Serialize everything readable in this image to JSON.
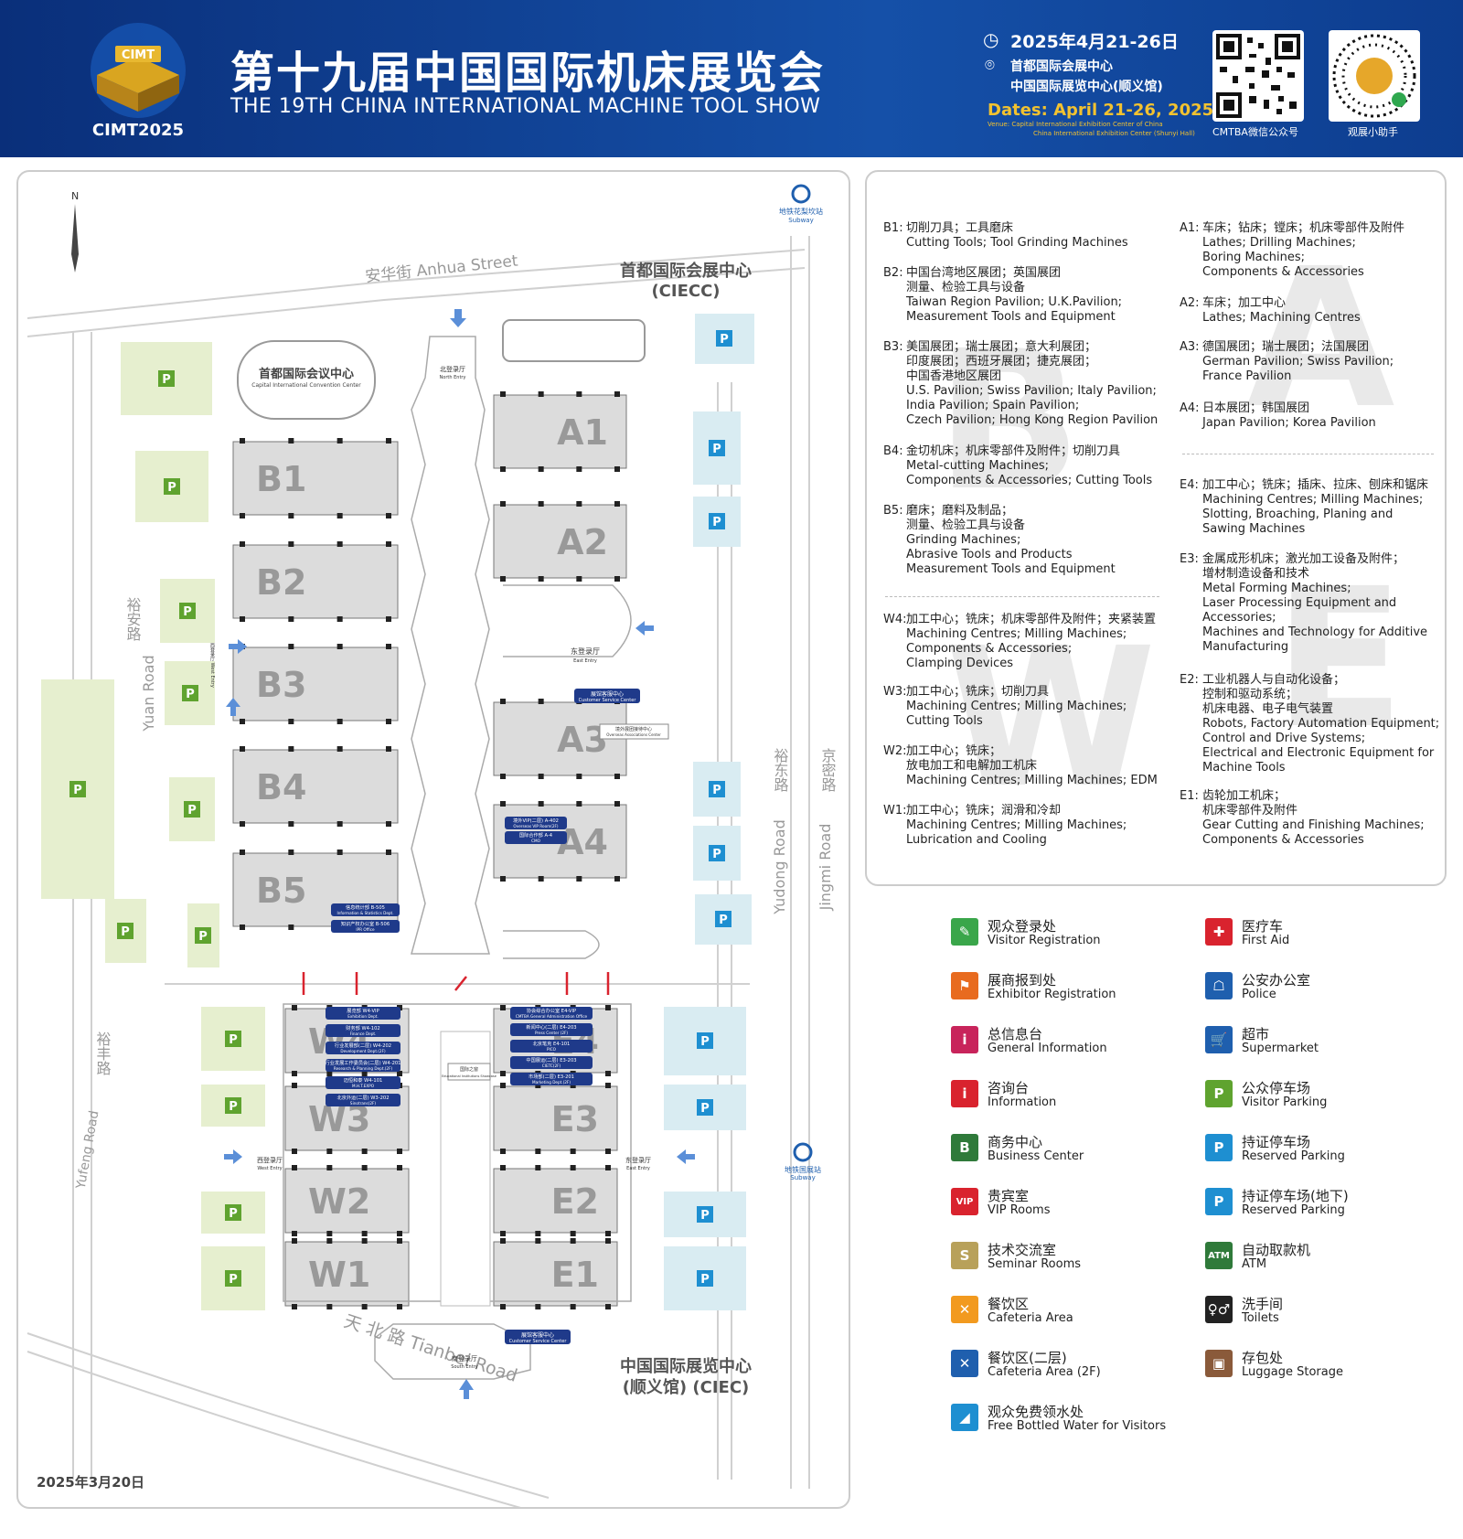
{
  "header": {
    "logo_text": "CIMT",
    "logo_year": "CIMT2025",
    "title_cn": "第十九届中国国际机床展览会",
    "title_en": "THE 19TH CHINA INTERNATIONAL MACHINE TOOL SHOW",
    "date_cn": "2025年4月21-26日",
    "venue_cn_1": "首都国际会展中心",
    "venue_cn_2": "中国国际展览中心(顺义馆)",
    "dates_en": "Dates: April 21-26, 2025",
    "venue_en_1": "Venue: Capital International Exhibition Center of China",
    "venue_en_2": "China International Exhibition Center (Shunyi Hall)",
    "qr1_caption": "CMTBA微信公众号",
    "qr2_caption": "观展小助手"
  },
  "map": {
    "north": "N",
    "street_anhua": "安华街 Anhua Street",
    "street_tianbei": "天 北 路 Tianbei Road",
    "road_yuan_cn": "裕安路",
    "road_yuan_en": "Yuan Road",
    "road_yufeng_cn": "裕丰路",
    "road_yufeng_en": "Yufeng Road",
    "road_yudong_cn": "裕东路",
    "road_yudong_en": "Yudong Road",
    "road_jingmi_cn": "京密路",
    "road_jingmi_en": "Jingmi Road",
    "ciecc_cn": "首都国际会展中心",
    "ciecc_en": "(CIECC)",
    "ciec_cn": "中国国际展览中心",
    "ciec_en": "(顺义馆) (CIEC)",
    "conv_cn": "首都国际会议中心",
    "conv_en": "Capital International Convention Center",
    "subway1_cn": "地铁花梨坎站",
    "subway1_en": "Subway",
    "subway2_cn": "地铁国展站",
    "subway2_en": "Subway",
    "north_entry": "北登录厅",
    "north_entry_en": "North Entry",
    "east_entry": "东登录厅",
    "east_entry_en": "East Entry",
    "west_entry2": "西登录厅",
    "west_entry2_en": "West Entry",
    "east_entry2": "东登录厅",
    "east_entry2_en": "East Entry",
    "south_entry": "南登录厅",
    "south_entry_en": "South Entry",
    "west_entry_side": "西登录厅 West Entry",
    "csc1": "展馆客服中心",
    "csc1_en": "Customer Service Center",
    "csc2": "展馆客服中心",
    "csc2_en": "Customer Service Center",
    "overseas": "境外展团接待中心",
    "overseas_en": "Overseas Associations Center",
    "edu": "国际之窗",
    "edu_en": "Educational Institutions Showcase",
    "parking": "P",
    "halls_top": [
      "A1",
      "A2",
      "A3",
      "A4",
      "B1",
      "B2",
      "B3",
      "B4",
      "B5"
    ],
    "halls_bottom": [
      "W4",
      "W3",
      "W2",
      "W1",
      "E4",
      "E3",
      "E2",
      "E1"
    ],
    "offices_b": [
      {
        "cn": "信息统计部 B-505",
        "en": "Information & Statistics Dept."
      },
      {
        "cn": "知识产权办公室 B-506",
        "en": "IPR Office"
      }
    ],
    "offices_a": [
      {
        "cn": "境外VIP(二层) A-402",
        "en": "Overseas VIP Room(2F)"
      },
      {
        "cn": "国际合作部 A-4",
        "en": "CMO"
      }
    ],
    "offices_w": [
      {
        "cn": "展览部 W4-VIP",
        "en": "Exhibition Dept."
      },
      {
        "cn": "财务部 W4-102",
        "en": "Finance Dept."
      },
      {
        "cn": "行业发展部(二层) W4-202",
        "en": "Development Dept.(2F)"
      },
      {
        "cn": "行业发展工作委员会(二层) W4-201",
        "en": "Research & Planning Dept.(2F)"
      },
      {
        "cn": "迈恒和泰 W4-101",
        "en": "M.H.T.EXPO"
      },
      {
        "cn": "北京外运(二层) W3-202",
        "en": "Sinotrans(2F)"
      }
    ],
    "offices_e": [
      {
        "cn": "协会综合办公室 E4-VIP",
        "en": "CMTBA General Administration Office"
      },
      {
        "cn": "新闻中心(二层) E4-203",
        "en": "Press Center (2F)"
      },
      {
        "cn": "北京笔克 E4-101",
        "en": "PICO"
      },
      {
        "cn": "中国展运(二层) E3-203",
        "en": "CIETC(2F)"
      },
      {
        "cn": "市场部(二层) E3-201",
        "en": "Marketing Dept.(2F)"
      }
    ],
    "date_footer": "2025年3月20日"
  },
  "hall_legend_left": [
    {
      "key": "B1:",
      "text": "切削刀具；工具磨床\nCutting Tools; Tool Grinding Machines"
    },
    {
      "key": "B2:",
      "text": "中国台湾地区展团；英国展团\n测量、检验工具与设备\nTaiwan Region Pavilion; U.K.Pavilion;\nMeasurement Tools and Equipment"
    },
    {
      "key": "B3:",
      "text": "美国展团；瑞士展团；意大利展团；\n印度展团；西班牙展团；捷克展团；\n中国香港地区展团\nU.S. Pavilion; Swiss Pavilion; Italy Pavilion;\nIndia Pavilion; Spain Pavilion;\nCzech Pavilion; Hong Kong Region Pavilion"
    },
    {
      "key": "B4:",
      "text": "金切机床；机床零部件及附件；切削刀具\nMetal-cutting Machines;\nComponents & Accessories; Cutting Tools"
    },
    {
      "key": "B5:",
      "text": "磨床；磨料及制品；\n测量、检验工具与设备\nGrinding Machines;\nAbrasive Tools and Products\nMeasurement Tools and Equipment"
    },
    {
      "key": "W4:",
      "text": "加工中心；铣床；机床零部件及附件；夹紧装置\nMachining Centres; Milling Machines;\nComponents & Accessories;\nClamping Devices"
    },
    {
      "key": "W3:",
      "text": "加工中心；铣床；切削刀具\nMachining Centres; Milling Machines;\nCutting Tools"
    },
    {
      "key": "W2:",
      "text": "加工中心；铣床；\n放电加工和电解加工机床\nMachining Centres; Milling Machines; EDM"
    },
    {
      "key": "W1:",
      "text": "加工中心；铣床；润滑和冷却\nMachining Centres; Milling Machines;\nLubrication and Cooling"
    }
  ],
  "hall_legend_right": [
    {
      "key": "A1:",
      "text": "车床；钻床；镗床；机床零部件及附件\nLathes; Drilling Machines;\nBoring Machines;\nComponents & Accessories"
    },
    {
      "key": "A2:",
      "text": "车床；加工中心\nLathes; Machining Centres"
    },
    {
      "key": "A3:",
      "text": "德国展团；瑞士展团；法国展团\nGerman Pavilion; Swiss Pavilion;\nFrance Pavilion"
    },
    {
      "key": "A4:",
      "text": "日本展团；韩国展团\nJapan Pavilion; Korea Pavilion"
    },
    {
      "key": "E4:",
      "text": "加工中心；铣床；插床、拉床、刨床和锯床\nMachining Centres; Milling Machines;\nSlotting, Broaching, Planing and\nSawing Machines"
    },
    {
      "key": "E3:",
      "text": "金属成形机床；激光加工设备及附件；\n增材制造设备和技术\nMetal Forming Machines;\nLaser Processing Equipment and\nAccessories;\nMachines and Technology for Additive\nManufacturing"
    },
    {
      "key": "E2:",
      "text": "工业机器人与自动化设备；\n控制和驱动系统；\n机床电器、电子电气装置\nRobots, Factory Automation Equipment;\nControl and Drive Systems;\nElectrical and Electronic Equipment for\nMachine Tools"
    },
    {
      "key": "E1:",
      "text": "齿轮加工机床；\n机床零部件及附件\nGear Cutting and Finishing Machines;\nComponents & Accessories"
    }
  ],
  "watermarks": [
    "B",
    "A",
    "W",
    "E"
  ],
  "icon_legend": [
    {
      "cn": "观众登录处",
      "en": "Visitor Registration",
      "icon": "visitor-registration-icon",
      "color": "#3aa64a",
      "glyph": "✎"
    },
    {
      "cn": "医疗车",
      "en": "First Aid",
      "icon": "first-aid-icon",
      "color": "#d9232e",
      "glyph": "✚"
    },
    {
      "cn": "展商报到处",
      "en": "Exhibitor Registration",
      "icon": "exhibitor-registration-icon",
      "color": "#e86b1f",
      "glyph": "⚑"
    },
    {
      "cn": "公安办公室",
      "en": "Police",
      "icon": "police-icon",
      "color": "#1f5fae",
      "glyph": "☖"
    },
    {
      "cn": "总信息台",
      "en": "General Information",
      "icon": "general-information-icon",
      "color": "#c8245b",
      "glyph": "i"
    },
    {
      "cn": "超市",
      "en": "Supermarket",
      "icon": "supermarket-icon",
      "color": "#1f5fae",
      "glyph": "🛒"
    },
    {
      "cn": "咨询台",
      "en": "Information",
      "icon": "information-icon",
      "color": "#d9232e",
      "glyph": "i"
    },
    {
      "cn": "公众停车场",
      "en": "Visitor Parking",
      "icon": "visitor-parking-icon",
      "color": "#5fa32f",
      "glyph": "P"
    },
    {
      "cn": "商务中心",
      "en": "Business Center",
      "icon": "business-center-icon",
      "color": "#2f7a3a",
      "glyph": "B"
    },
    {
      "cn": "持证停车场",
      "en": "Reserved Parking",
      "icon": "reserved-parking-icon",
      "color": "#1e8fd1",
      "glyph": "P"
    },
    {
      "cn": "贵宾室",
      "en": "VIP Rooms",
      "icon": "vip-rooms-icon",
      "color": "#d9232e",
      "glyph": "VIP"
    },
    {
      "cn": "持证停车场(地下)",
      "en": "Reserved Parking",
      "icon": "underground-parking-icon",
      "color": "#1e8fd1",
      "glyph": "P"
    },
    {
      "cn": "技术交流室",
      "en": "Seminar Rooms",
      "icon": "seminar-rooms-icon",
      "color": "#b8a15a",
      "glyph": "S"
    },
    {
      "cn": "自动取款机",
      "en": "ATM",
      "icon": "atm-icon",
      "color": "#2f7a3a",
      "glyph": "ATM"
    },
    {
      "cn": "餐饮区",
      "en": "Cafeteria Area",
      "icon": "cafeteria-icon",
      "color": "#f29a1f",
      "glyph": "✕"
    },
    {
      "cn": "洗手间",
      "en": "Toilets",
      "icon": "toilets-icon",
      "color": "#222222",
      "glyph": "♀♂"
    },
    {
      "cn": "餐饮区(二层)",
      "en": "Cafeteria Area (2F)",
      "icon": "cafeteria-2f-icon",
      "color": "#1f5fae",
      "glyph": "✕"
    },
    {
      "cn": "存包处",
      "en": "Luggage Storage",
      "icon": "luggage-storage-icon",
      "color": "#8a5a3a",
      "glyph": "▣"
    },
    {
      "cn": "观众免费领水处",
      "en": "Free Bottled Water for Visitors",
      "icon": "free-water-icon",
      "color": "#1e8fd1",
      "glyph": "◢"
    }
  ]
}
